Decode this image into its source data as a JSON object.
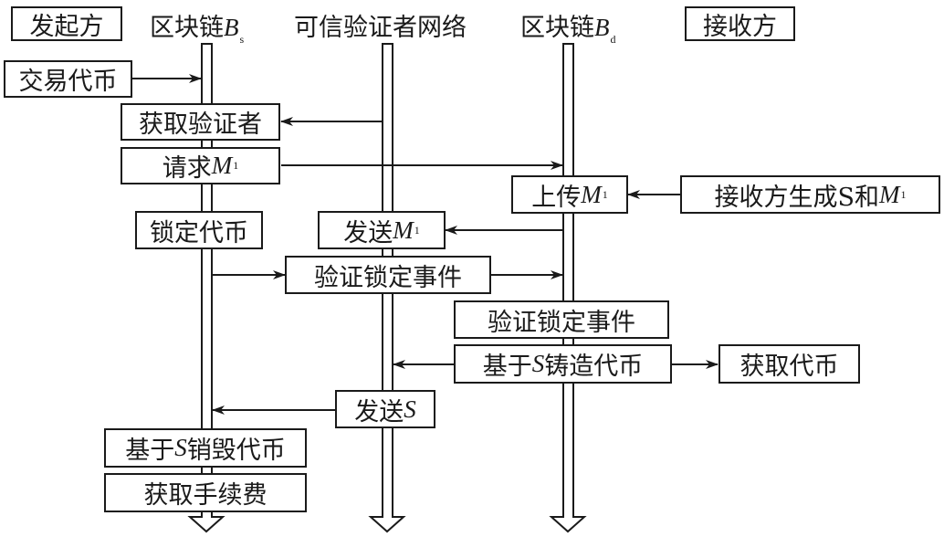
{
  "participants": {
    "initiator": "发起方",
    "chain_source": {
      "text": "区块链",
      "var": "B",
      "sub": "s"
    },
    "validator_network": "可信验证者网络",
    "chain_dest": {
      "text": "区块链",
      "var": "B",
      "sub": "d"
    },
    "receiver": "接收方"
  },
  "steps": {
    "trade_token": "交易代币",
    "get_validators": "获取验证者",
    "request_m1": {
      "text": "请求",
      "var": "M",
      "sub": "1"
    },
    "upload_m1": {
      "text": "上传",
      "var": "M",
      "sub": "1"
    },
    "receiver_generate": {
      "text": "接收方生成S和",
      "var": "M",
      "sub": "1"
    },
    "lock_token": "锁定代币",
    "send_m1": {
      "text": "发送",
      "var": "M",
      "sub": "1"
    },
    "verify_lock_event_1": "验证锁定事件",
    "verify_lock_event_2": "验证锁定事件",
    "mint_token": {
      "pre": "基于",
      "var": "S",
      "post": "铸造代币"
    },
    "get_token": "获取代币",
    "send_s": {
      "text": "发送",
      "var": "S"
    },
    "burn_token": {
      "pre": "基于",
      "var": "S",
      "post": "销毁代币"
    },
    "get_fee": "获取手续费"
  },
  "colors": {
    "stroke": "#1a1a1a",
    "background": "#ffffff"
  }
}
